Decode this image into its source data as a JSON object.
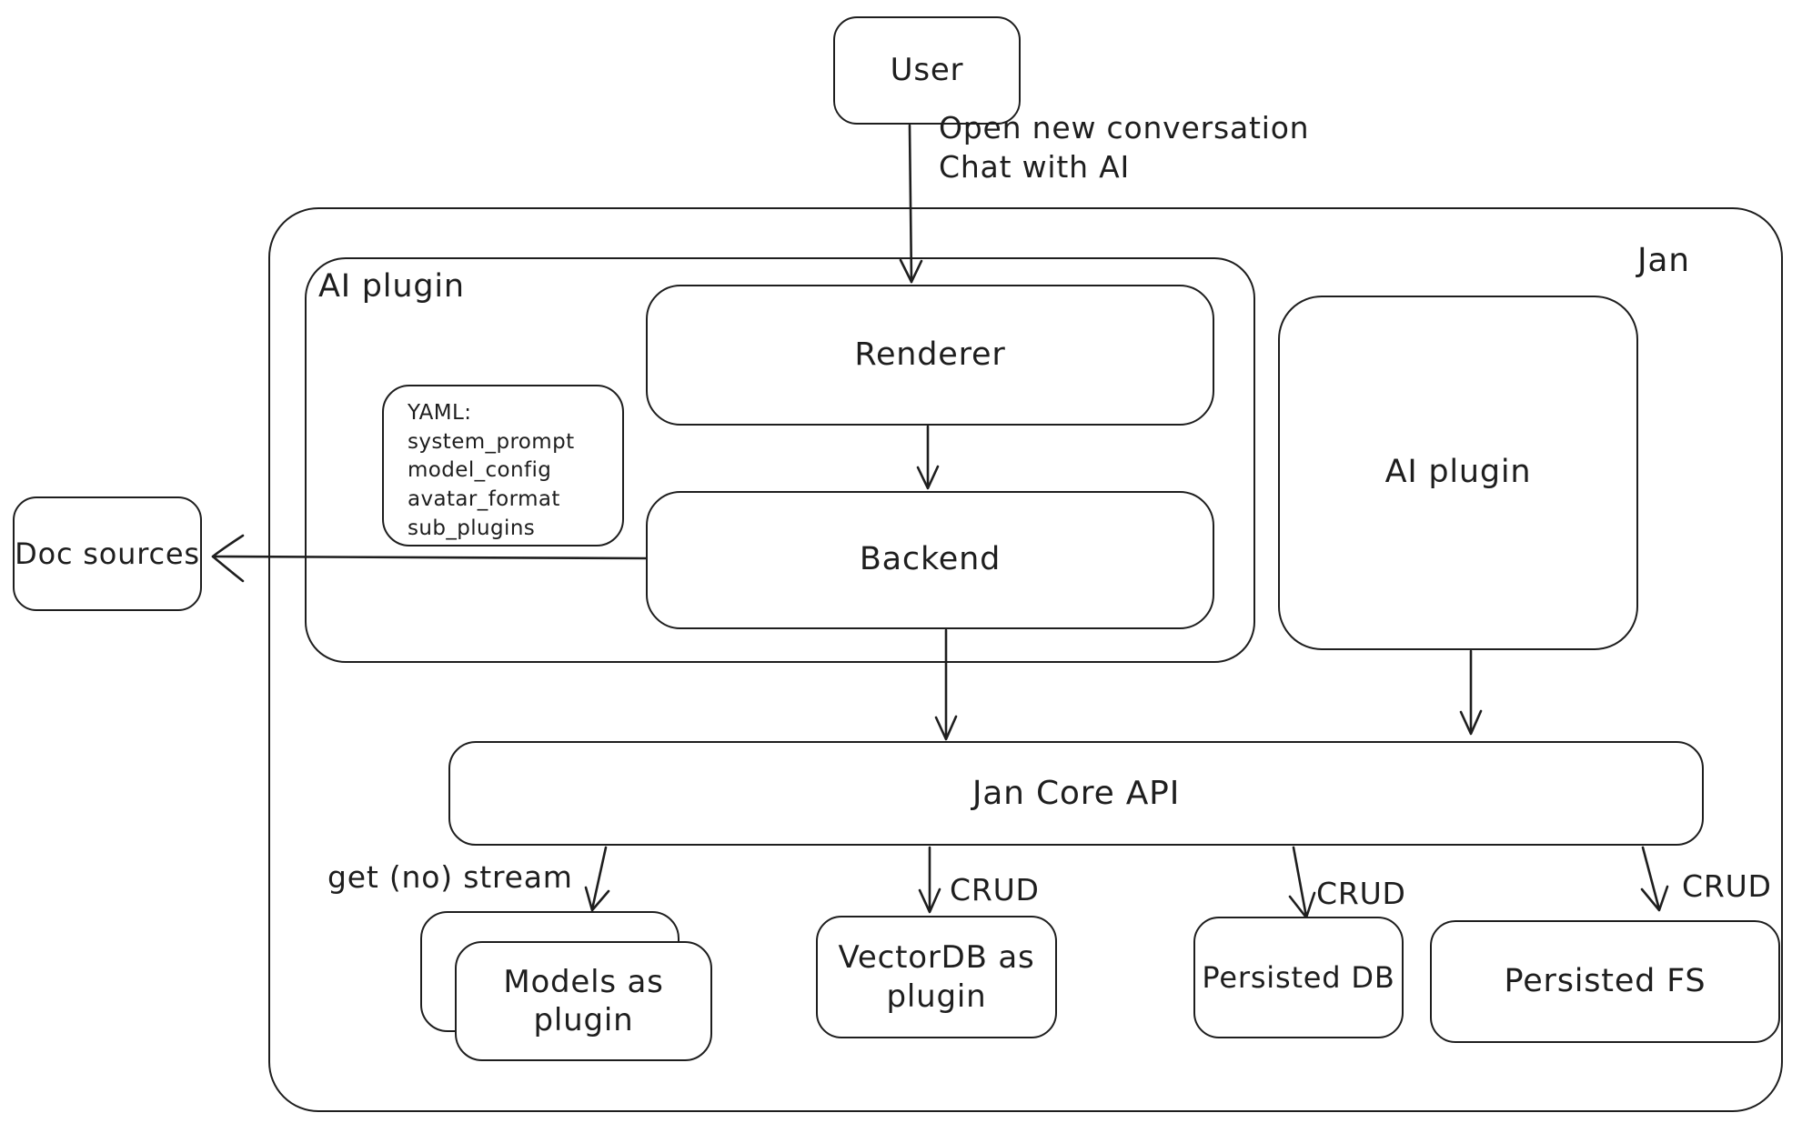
{
  "diagram": {
    "colors": {
      "stroke": "#1e1e1e",
      "background": "#ffffff"
    },
    "nodes": {
      "user": {
        "label": "User"
      },
      "jan_container": {
        "label": "Jan"
      },
      "ai_plugin_container": {
        "label": "AI plugin"
      },
      "renderer": {
        "label": "Renderer"
      },
      "backend": {
        "label": "Backend"
      },
      "yaml_note": {
        "lines": [
          "YAML:",
          "system_prompt",
          "model_config",
          "avatar_format",
          "sub_plugins"
        ]
      },
      "doc_sources": {
        "label": "Doc sources"
      },
      "ai_plugin_right": {
        "label": "AI plugin"
      },
      "jan_core_api": {
        "label": "Jan Core API"
      },
      "models_as_plugin": {
        "label": "Models as plugin"
      },
      "vectordb_as_plugin": {
        "label": "VectorDB as plugin"
      },
      "persisted_db": {
        "label": "Persisted DB"
      },
      "persisted_fs": {
        "label": "Persisted FS"
      }
    },
    "edge_labels": {
      "user_flow": [
        "Open new conversation",
        "Chat with AI"
      ],
      "models_stream": "get (no) stream",
      "vectordb_crud": "CRUD",
      "persisted_db_crud": "CRUD",
      "persisted_fs_crud": "CRUD"
    }
  }
}
